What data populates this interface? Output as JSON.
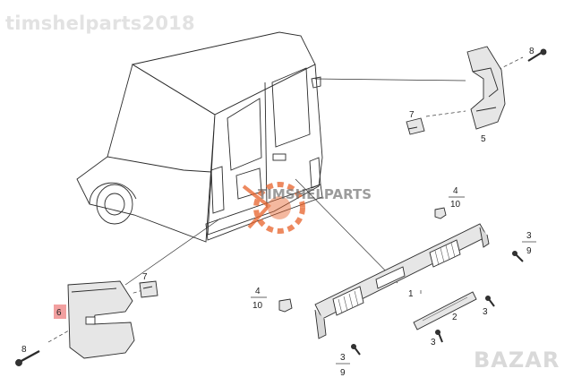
{
  "watermarks": {
    "top": "timshelparts2018",
    "bottom": "BAZAR"
  },
  "colors": {
    "line": "#2b2b2b",
    "part_fill": "#e6e6e6",
    "callout_highlight": "#f2a0a0",
    "logo": "#e8622a"
  },
  "callouts": {
    "c1": "1",
    "c2": "2",
    "c3a": "3",
    "c3b": "3",
    "c5": "5",
    "c6": "6",
    "c7a": "7",
    "c7b": "7",
    "c8a": "8",
    "c8b": "8"
  },
  "fractions": {
    "f4_10_upper": {
      "num": "4",
      "den": "10"
    },
    "f4_10_left": {
      "num": "4",
      "den": "10"
    },
    "f3_9_right": {
      "num": "3",
      "den": "9"
    },
    "f3_9_bottom": {
      "num": "3",
      "den": "9"
    }
  }
}
